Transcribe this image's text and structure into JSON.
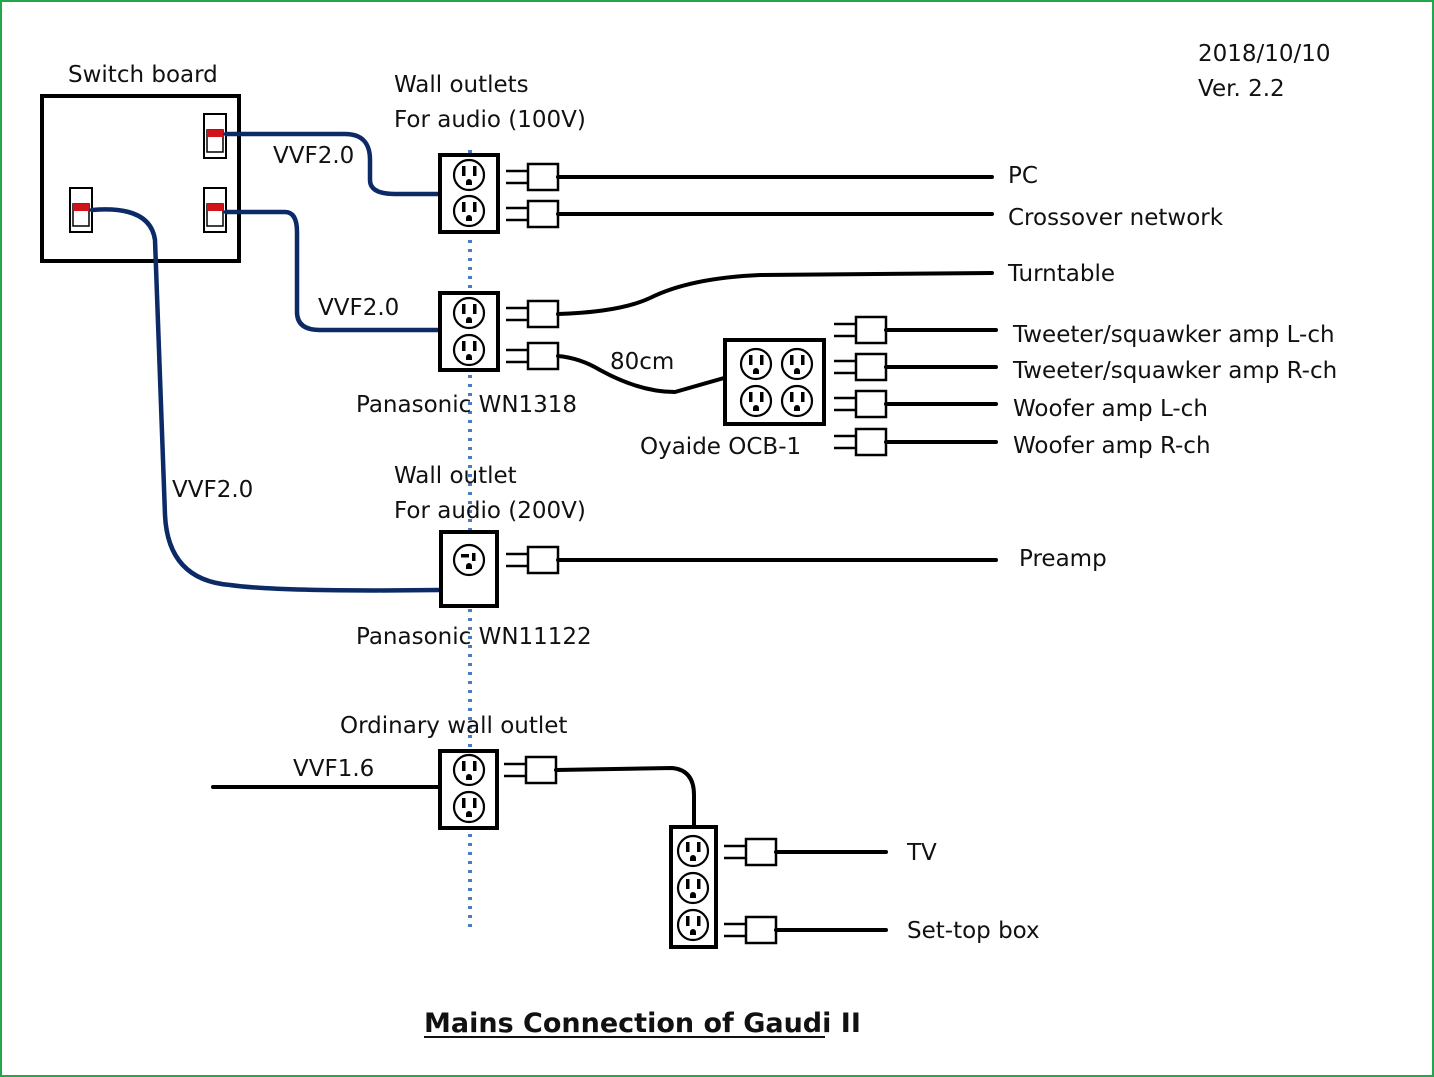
{
  "header": {
    "date": "2018/10/10",
    "version": "Ver. 2.2"
  },
  "title": "Mains Connection of Gaudi II",
  "switch_board": {
    "label": "Switch board"
  },
  "cables": {
    "vvf_upper": "VVF2.0",
    "vvf_middle": "VVF2.0",
    "vvf_left": "VVF2.0",
    "vvf_ordinary": "VVF1.6",
    "extension": "80cm"
  },
  "outlets_100v": {
    "title_line1": "Wall outlets",
    "title_line2": "For audio (100V)",
    "model": "Panasonic WN1318"
  },
  "outlet_200v": {
    "title_line1": "Wall outlet",
    "title_line2": "For audio (200V)",
    "model": "Panasonic WN11122"
  },
  "power_strip": {
    "model": "Oyaide OCB-1"
  },
  "ordinary_outlet": {
    "title": "Ordinary wall outlet"
  },
  "devices": {
    "pc": "PC",
    "crossover": "Crossover network",
    "turntable": "Turntable",
    "tweeter_l": "Tweeter/squawker amp L-ch",
    "tweeter_r": "Tweeter/squawker amp R-ch",
    "woofer_l": "Woofer amp L-ch",
    "woofer_r": "Woofer amp R-ch",
    "preamp": "Preamp",
    "tv": "TV",
    "settop": "Set-top box"
  },
  "colors": {
    "frame": "#22a84a",
    "cable_vvf": "#0c2a66",
    "wall_line": "#4a7cc4",
    "breaker": "#d0141c"
  },
  "icons": [
    "breaker-switch-icon",
    "duplex-receptacle-icon",
    "200v-receptacle-icon",
    "plug-icon"
  ]
}
